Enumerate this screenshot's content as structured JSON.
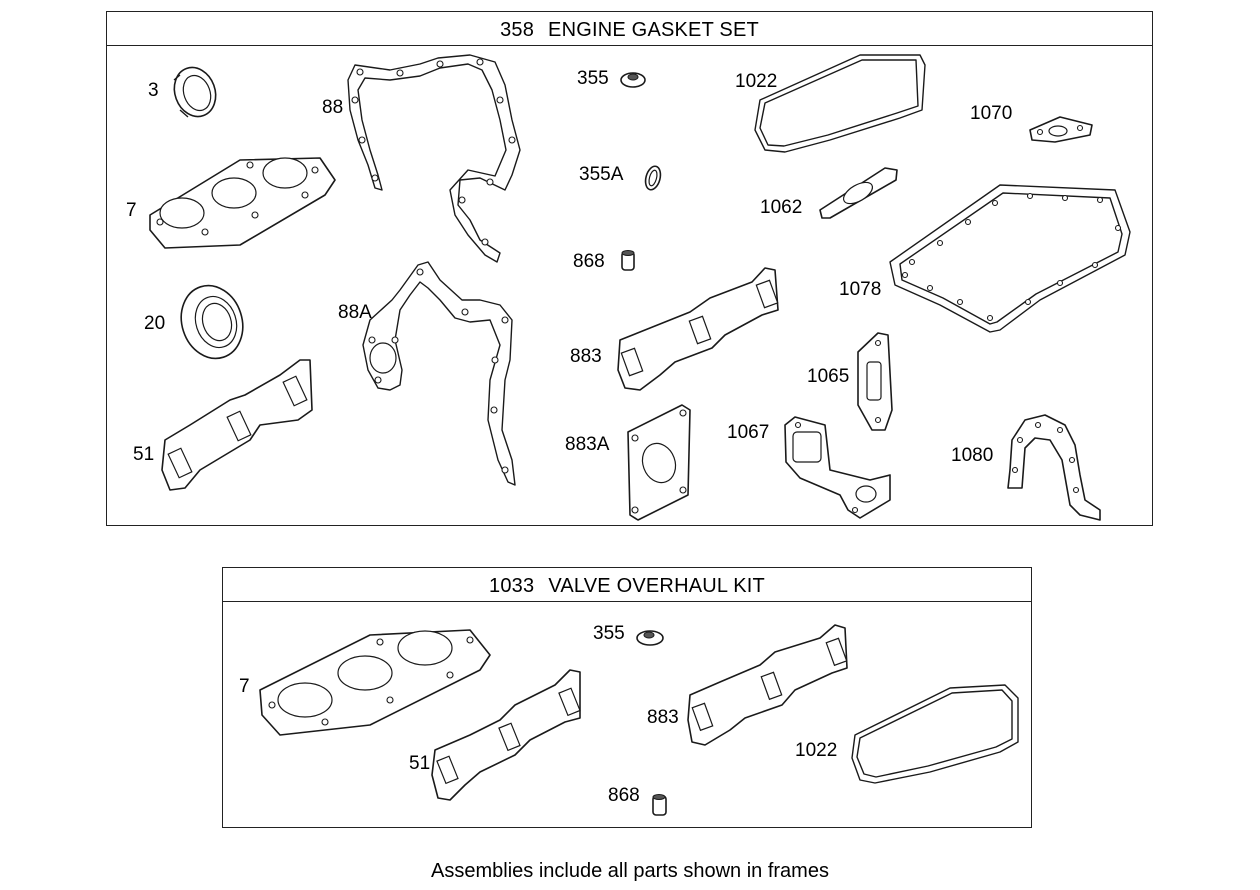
{
  "frames": [
    {
      "number": "358",
      "title": "ENGINE GASKET SET"
    },
    {
      "number": "1033",
      "title": "VALVE OVERHAUL KIT"
    }
  ],
  "callouts": {
    "f1": {
      "p3": "3",
      "p7": "7",
      "p20": "20",
      "p51": "51",
      "p88": "88",
      "p88a": "88A",
      "p355": "355",
      "p355a": "355A",
      "p868": "868",
      "p883": "883",
      "p883a": "883A",
      "p1022": "1022",
      "p1062": "1062",
      "p1067": "1067",
      "p1070": "1070",
      "p1078": "1078",
      "p1065": "1065",
      "p1080": "1080"
    },
    "f2": {
      "p7": "7",
      "p51": "51",
      "p355": "355",
      "p883": "883",
      "p868": "868",
      "p1022": "1022"
    }
  },
  "footer": "Assemblies include all parts shown in frames"
}
